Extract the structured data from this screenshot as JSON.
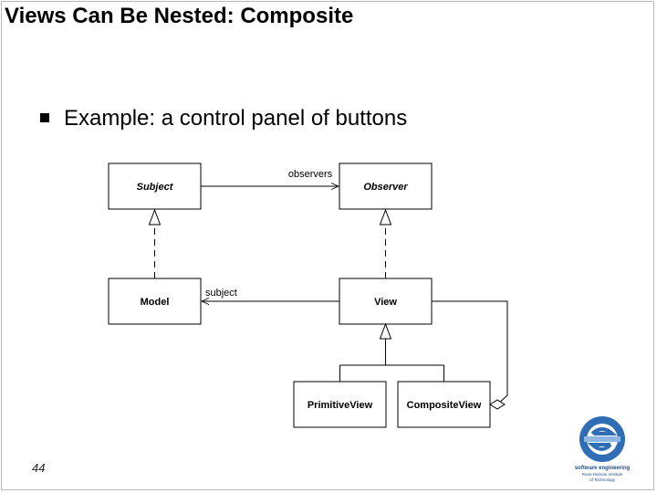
{
  "slide": {
    "title": "Views Can Be Nested: Composite",
    "bullet": "Example: a control panel of buttons",
    "page_number": "44"
  },
  "diagram": {
    "classes": {
      "subject": "Subject",
      "observer": "Observer",
      "model": "Model",
      "view": "View",
      "primitive_view": "PrimitiveView",
      "composite_view": "CompositeView"
    },
    "labels": {
      "observers": "observers",
      "subject": "subject"
    }
  },
  "logo": {
    "name": "software engineering institute logo",
    "text_line1": "software engineering",
    "text_line2": "Rose-Hulman Institute",
    "text_line3": "of Technology",
    "colors": {
      "primary": "#2f6db5",
      "secondary": "#8fb7e3"
    }
  }
}
